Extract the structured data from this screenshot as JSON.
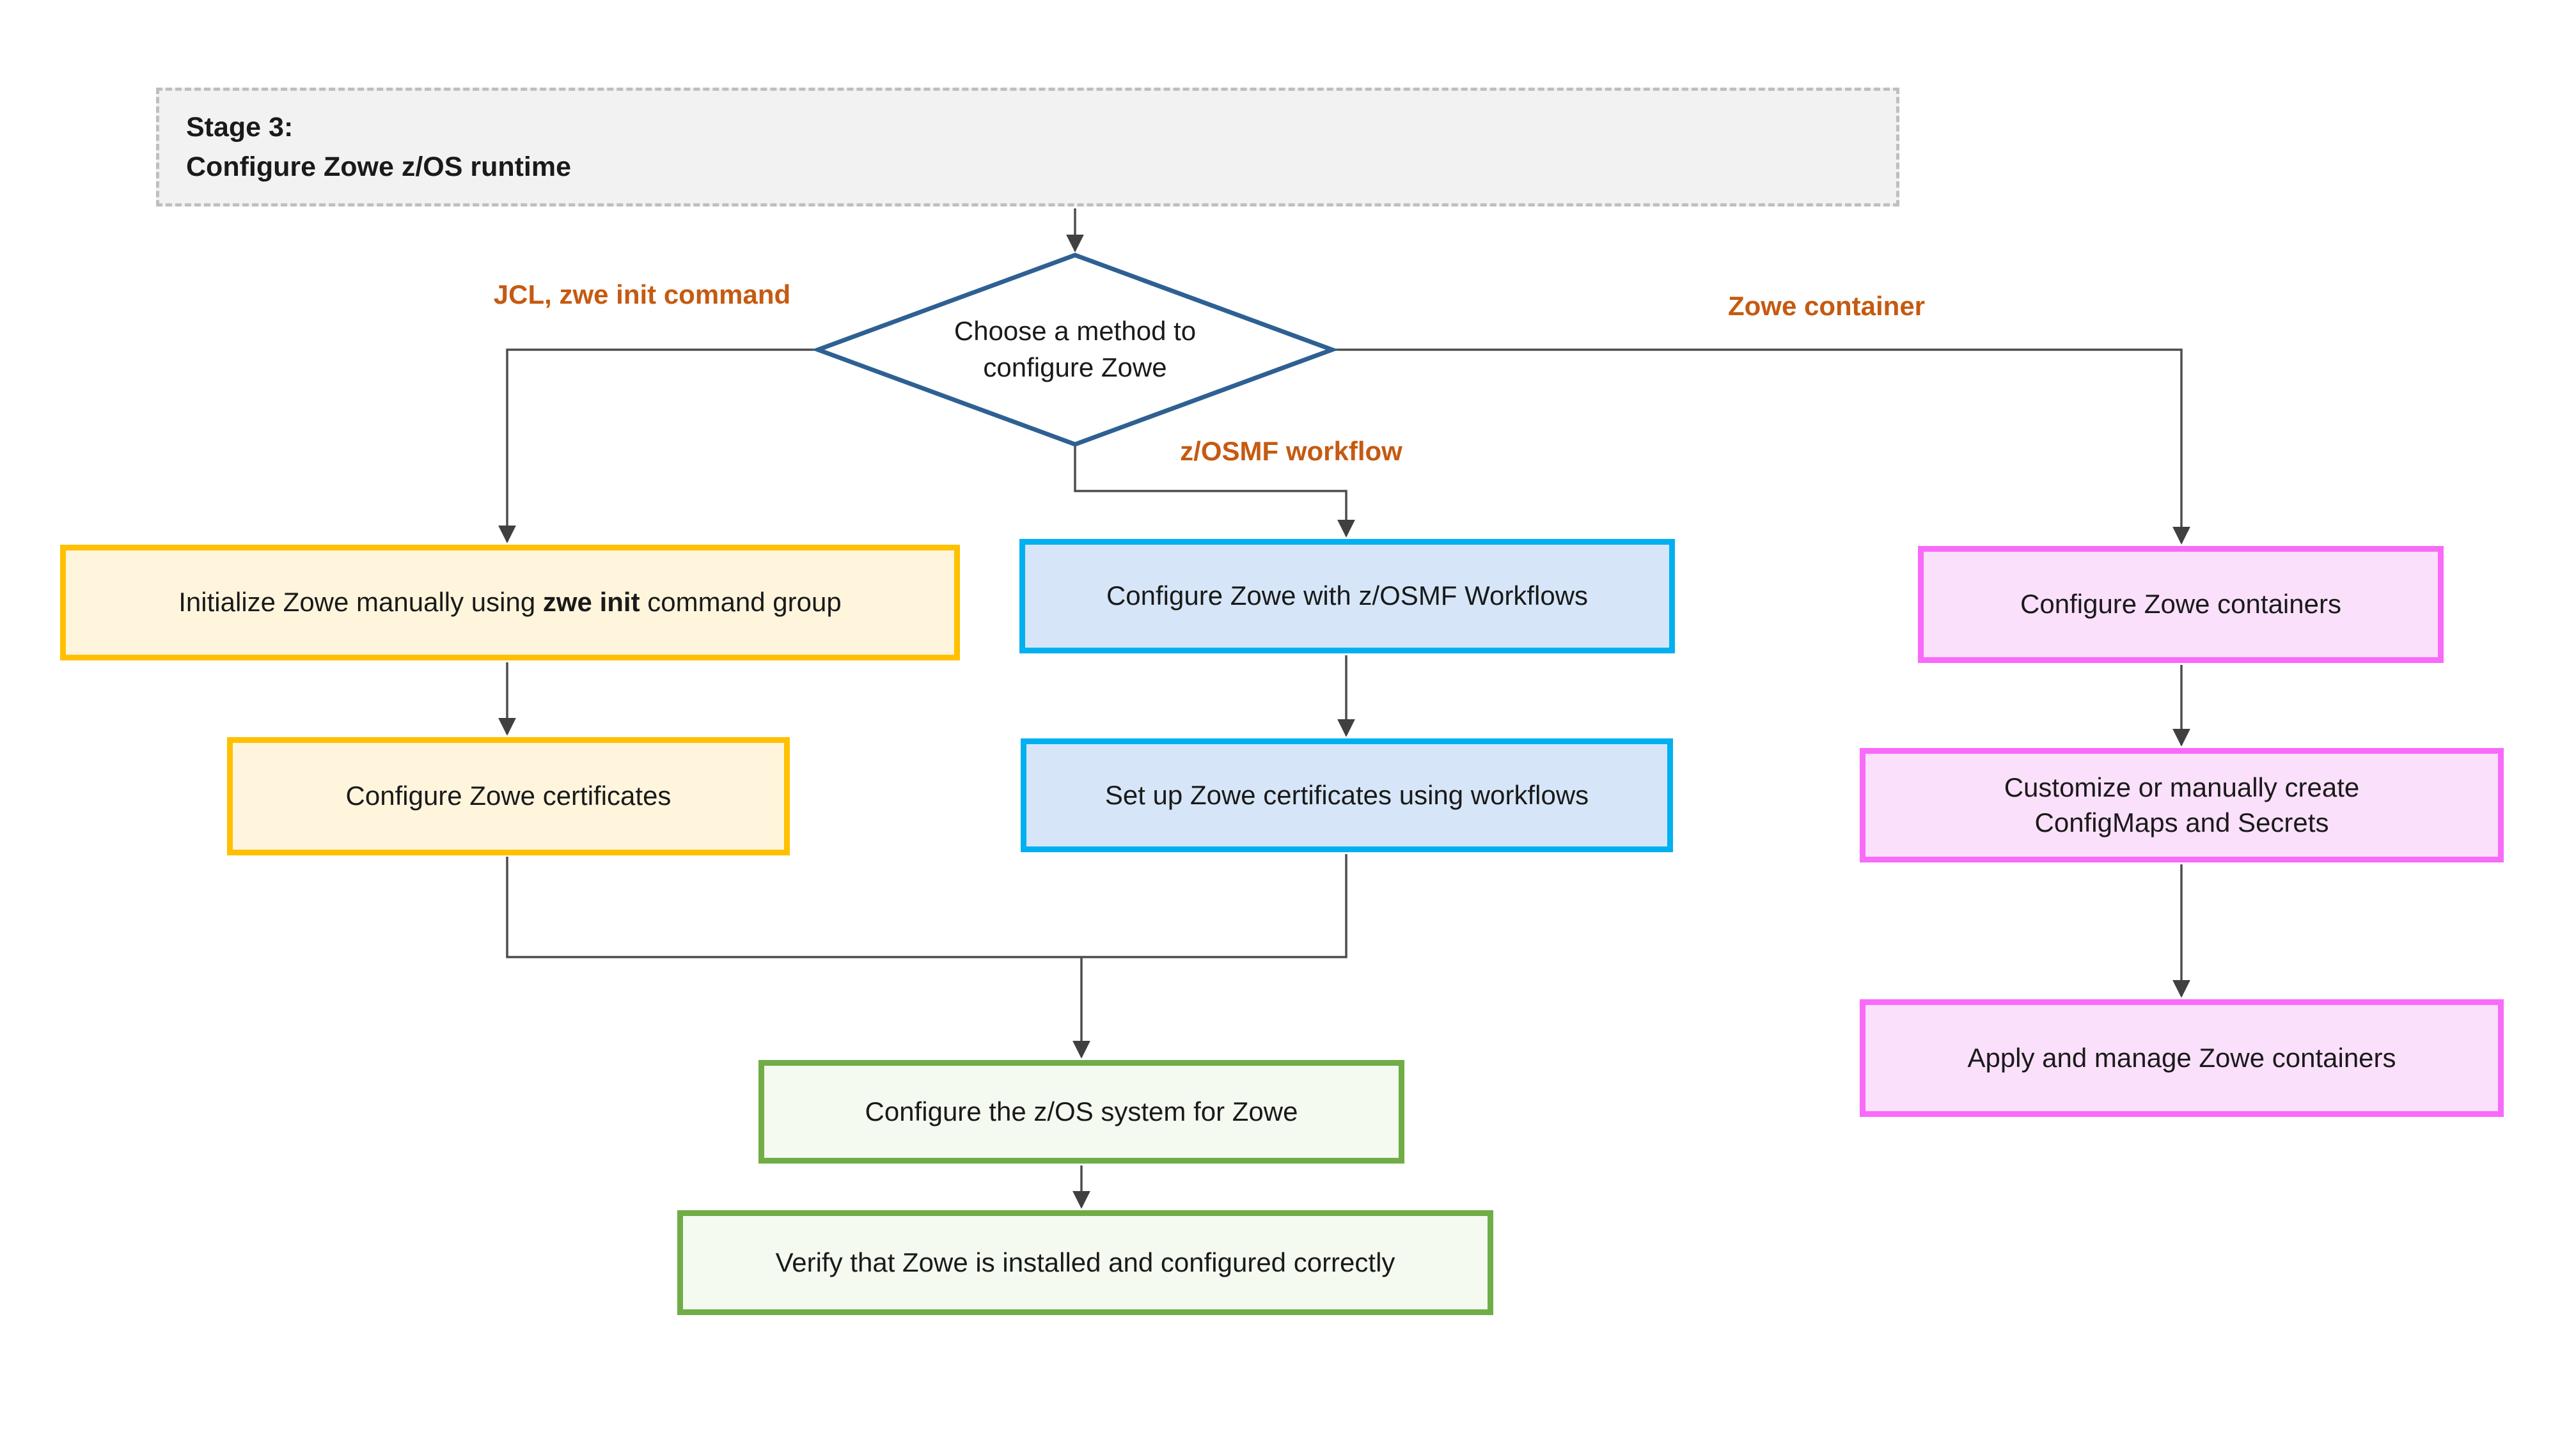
{
  "diagram": {
    "title": {
      "lines": [
        "Stage 3:",
        "Configure Zowe z/OS runtime"
      ]
    },
    "decision": {
      "lines": [
        "Choose a method to",
        "configure Zowe"
      ]
    },
    "branch_labels": {
      "left": "JCL, zwe init command",
      "middle": "z/OSMF workflow",
      "right": "Zowe container"
    },
    "nodes": {
      "init_zowe": {
        "text_parts": [
          "Initialize Zowe manually using ",
          "zwe init",
          " command group"
        ]
      },
      "config_certs": {
        "label": "Configure Zowe certificates"
      },
      "zosmf_config": {
        "label": "Configure Zowe with z/OSMF Workflows"
      },
      "zosmf_certs": {
        "label": "Set up Zowe certificates using workflows"
      },
      "container_config": {
        "label": "Configure Zowe containers"
      },
      "configmaps": {
        "lines": [
          "Customize or manually create",
          "ConfigMaps and Secrets"
        ]
      },
      "apply_containers": {
        "label": "Apply and manage Zowe containers"
      },
      "zos_system": {
        "label": "Configure the z/OS system for Zowe"
      },
      "verify": {
        "label": "Verify that Zowe is installed and configured correctly"
      }
    },
    "colors": {
      "manual_fill": "#FFF5DC",
      "manual_border": "#FFC000",
      "workflow_fill": "#D6E6F8",
      "workflow_border": "#00B0F0",
      "container_fill": "#FAE0FB",
      "container_border": "#F96AF9",
      "shared_fill": "#F4FAF0",
      "shared_border": "#70AD47",
      "decision_border": "#2E6093",
      "label_color": "#C55A11",
      "title_fill": "#F2F2F2",
      "title_border": "#BFBFBF",
      "connector": "#4D4D4D",
      "arrowhead": "#404040"
    }
  }
}
